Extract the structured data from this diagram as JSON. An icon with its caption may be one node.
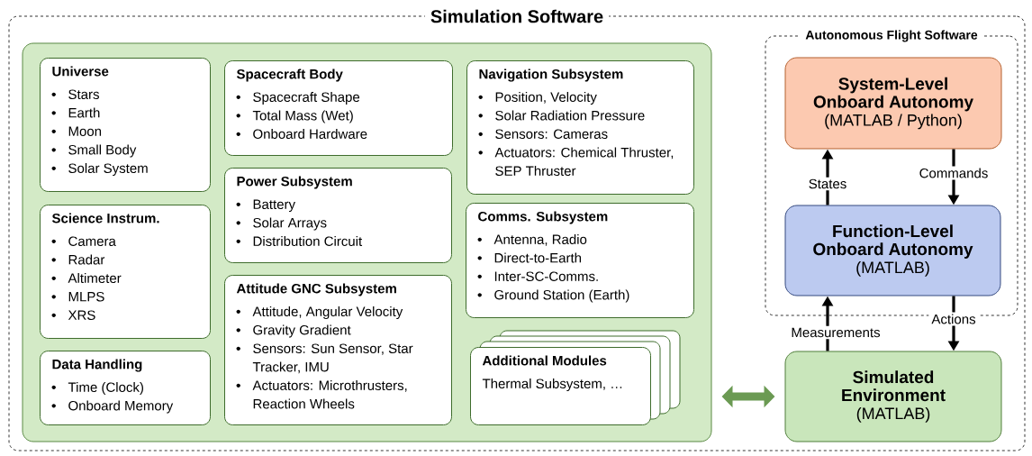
{
  "diagram": {
    "nodes": [
      {
        "text": [
          "Simulation Software"
        ]
      },
      {
        "text": [],
        "shape": "box",
        "in": 0
      },
      {
        "text": [
          "Universe",
          "Stars",
          "Earth",
          "Moon",
          "Small Body",
          "Solar System"
        ],
        "in": 1
      },
      {
        "text": [
          "Spacecraft Body",
          "Spacecraft Shape",
          "Total Mass (Wet)",
          "Onboard Hardware"
        ],
        "in": 1
      },
      {
        "text": [
          "Navigation Subsystem",
          "Position, Velocity",
          "Solar Radiation Pressure",
          "Sensors: Cameras",
          "Actuators: Chemical Thruster, SEP Thruster"
        ],
        "in": 1
      },
      {
        "text": [
          "Science Instrum.",
          "Camera",
          "Radar",
          "Altimeter",
          "MLPS",
          "XRS"
        ],
        "in": 1
      },
      {
        "text": [
          "Power Subsystem",
          "Battery",
          "Solar Arrays",
          "Distribution Circuit"
        ],
        "in": 1
      },
      {
        "text": [
          "Comms. Subsystem",
          "Antenna, Radio",
          "Direct-to-Earth",
          "Inter-SC-Comms.",
          "Ground Station (Earth)"
        ],
        "in": 1
      },
      {
        "text": [
          "Attitude GNC Subsystem",
          "Attitude, Angular Velocity",
          "Gravity Gradient",
          "Sensors: Sun Sensor, Star Tracker, IMU",
          "Actuators: Microthrusters, Reaction Wheels"
        ],
        "in": 1
      },
      {
        "text": [
          "Data Handling",
          "Time (Clock)",
          "Onboard Memory"
        ],
        "in": 1
      },
      {
        "text": [
          "Additional Modules",
          "Thermal Subsystem, …"
        ],
        "in": 1
      },
      {
        "text": [
          "Autonomous Flight Software"
        ],
        "in": 0
      },
      {
        "text": [
          "System-Level Onboard Autonomy",
          "(MATLAB / Python)"
        ],
        "in": 11
      },
      {
        "text": [
          "Function-Level Onboard Autonomy",
          "(MATLAB)"
        ],
        "in": 11
      },
      {
        "text": [
          "Simulated Environment",
          "(MATLAB)"
        ],
        "in": 0
      }
    ],
    "edges": [
      {
        "from": 13,
        "to": 12,
        "arrow": "to",
        "label": "States"
      },
      {
        "from": 12,
        "to": 13,
        "arrow": "to",
        "label": "Commands"
      },
      {
        "from": 14,
        "to": 13,
        "arrow": "to",
        "label": "Measurements"
      },
      {
        "from": 13,
        "to": 14,
        "arrow": "to",
        "label": "Actions"
      },
      {
        "from": 1,
        "to": 14,
        "arrow": "both",
        "style": "thick",
        "color": "#6b9a53"
      }
    ]
  }
}
